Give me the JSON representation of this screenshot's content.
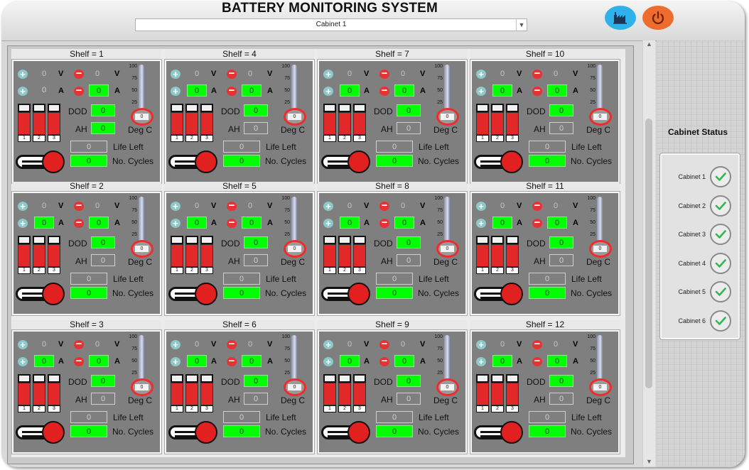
{
  "app": {
    "title": "BATTERY MONITORING SYSTEM",
    "cabinet_selector": "Cabinet 1"
  },
  "colors": {
    "accent_green": "#00ff00",
    "alarm_red": "#e22828",
    "chart_button": "#2fb2ea",
    "power_button": "#ef6c2f",
    "status_check": "#2eb84d"
  },
  "icons": {
    "chart_button": "bar-chart-icon",
    "power_button": "power-icon",
    "status": "check-icon"
  },
  "labels": {
    "v": "V",
    "a": "A",
    "dod": "DOD",
    "ah": "AH",
    "deg_c": "Deg C",
    "life_left": "Life Left",
    "no_cycles": "No. Cycles"
  },
  "scale_ticks": [
    "100",
    "75",
    "50",
    "25",
    "0"
  ],
  "cells": [
    "1",
    "2",
    "3"
  ],
  "shelves": [
    {
      "title": "Shelf = 1",
      "plus_v": "0",
      "minus_v": "0",
      "plus_a": "0",
      "minus_a": "0",
      "dod": "0",
      "ah": "0",
      "temp": "0",
      "life_left": "0",
      "cycles": "0"
    },
    {
      "title": "Shelf = 4",
      "plus_v": "0",
      "minus_v": "0",
      "plus_a": "0",
      "minus_a": "0",
      "dod": "0",
      "ah": "0",
      "temp": "0",
      "life_left": "0",
      "cycles": "0"
    },
    {
      "title": "Shelf = 7",
      "plus_v": "0",
      "minus_v": "0",
      "plus_a": "0",
      "minus_a": "0",
      "dod": "0",
      "ah": "0",
      "temp": "0",
      "life_left": "0",
      "cycles": "0"
    },
    {
      "title": "Shelf = 10",
      "plus_v": "0",
      "minus_v": "0",
      "plus_a": "0",
      "minus_a": "0",
      "dod": "0",
      "ah": "0",
      "temp": "0",
      "life_left": "0",
      "cycles": "0"
    },
    {
      "title": "Shelf = 2",
      "plus_v": "0",
      "minus_v": "0",
      "plus_a": "0",
      "minus_a": "0",
      "dod": "0",
      "ah": "0",
      "temp": "0",
      "life_left": "0",
      "cycles": "0"
    },
    {
      "title": "Shelf = 5",
      "plus_v": "0",
      "minus_v": "0",
      "plus_a": "0",
      "minus_a": "0",
      "dod": "0",
      "ah": "0",
      "temp": "0",
      "life_left": "0",
      "cycles": "0"
    },
    {
      "title": "Shelf = 8",
      "plus_v": "0",
      "minus_v": "0",
      "plus_a": "0",
      "minus_a": "0",
      "dod": "0",
      "ah": "0",
      "temp": "0",
      "life_left": "0",
      "cycles": "0"
    },
    {
      "title": "Shelf = 11",
      "plus_v": "0",
      "minus_v": "0",
      "plus_a": "0",
      "minus_a": "0",
      "dod": "0",
      "ah": "0",
      "temp": "0",
      "life_left": "0",
      "cycles": "0"
    },
    {
      "title": "Shelf = 3",
      "plus_v": "0",
      "minus_v": "0",
      "plus_a": "0",
      "minus_a": "0",
      "dod": "0",
      "ah": "0",
      "temp": "0",
      "life_left": "0",
      "cycles": "0"
    },
    {
      "title": "Shelf = 6",
      "plus_v": "0",
      "minus_v": "0",
      "plus_a": "0",
      "minus_a": "0",
      "dod": "0",
      "ah": "0",
      "temp": "0",
      "life_left": "0",
      "cycles": "0"
    },
    {
      "title": "Shelf = 9",
      "plus_v": "0",
      "minus_v": "0",
      "plus_a": "0",
      "minus_a": "0",
      "dod": "0",
      "ah": "0",
      "temp": "0",
      "life_left": "0",
      "cycles": "0"
    },
    {
      "title": "Shelf = 12",
      "plus_v": "0",
      "minus_v": "0",
      "plus_a": "0",
      "minus_a": "0",
      "dod": "0",
      "ah": "0",
      "temp": "0",
      "life_left": "0",
      "cycles": "0"
    }
  ],
  "status": {
    "title": "Cabinet Status",
    "cabinets": [
      {
        "label": "Cabinet 1"
      },
      {
        "label": "Cabinet 2"
      },
      {
        "label": "Cabinet 3"
      },
      {
        "label": "Cabinet 4"
      },
      {
        "label": "Cabinet 5"
      },
      {
        "label": "Cabinet 6"
      }
    ]
  }
}
